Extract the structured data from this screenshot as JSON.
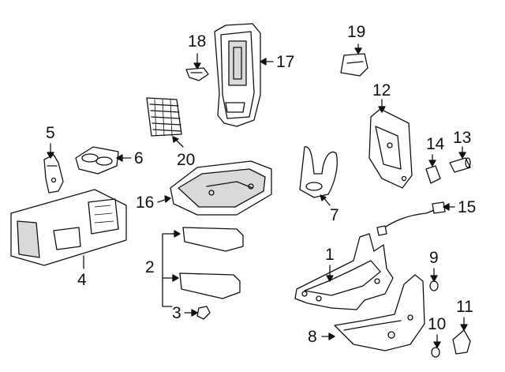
{
  "callouts": {
    "c1": "1",
    "c2": "2",
    "c3": "3",
    "c4": "4",
    "c5": "5",
    "c6": "6",
    "c7": "7",
    "c8": "8",
    "c9": "9",
    "c10": "10",
    "c11": "11",
    "c12": "12",
    "c13": "13",
    "c14": "14",
    "c15": "15",
    "c16": "16",
    "c17": "17",
    "c18": "18",
    "c19": "19",
    "c20": "20"
  },
  "colors": {
    "line": "#111111",
    "fill": "#ffffff",
    "shade": "#d9d9d9"
  }
}
